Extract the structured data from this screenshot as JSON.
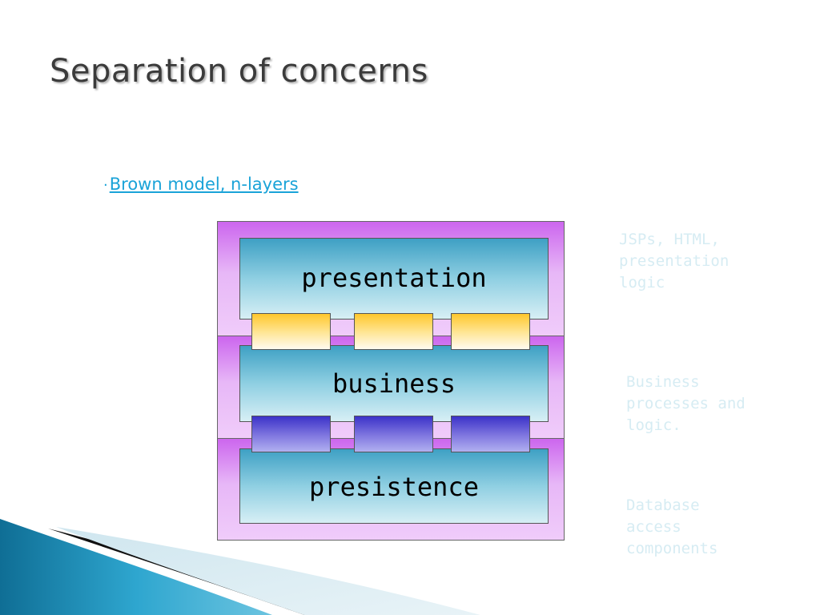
{
  "slide": {
    "title": "Separation of concerns",
    "bullet": "Brown model, n-layers",
    "bullet_marker": "·"
  },
  "diagram": {
    "layers": [
      {
        "label": "presentation",
        "note": "JSPs, HTML,\npresentation\nlogic"
      },
      {
        "label": "business",
        "note": "Business\nprocesses and\nlogic."
      },
      {
        "label": "presistence",
        "note": "Database\naccess\ncomponents"
      }
    ],
    "connector_colors": {
      "presentation_business": "#ffc72c",
      "business_persistence": "#3b32c8"
    }
  },
  "colors": {
    "title": "#3b3b3b",
    "link": "#1aa3d8",
    "layer_band": "#cc66ee",
    "layer_box": "#3ea0c4",
    "note_text": "#d6ecf3",
    "decoration_blue": "#1a86b0"
  }
}
